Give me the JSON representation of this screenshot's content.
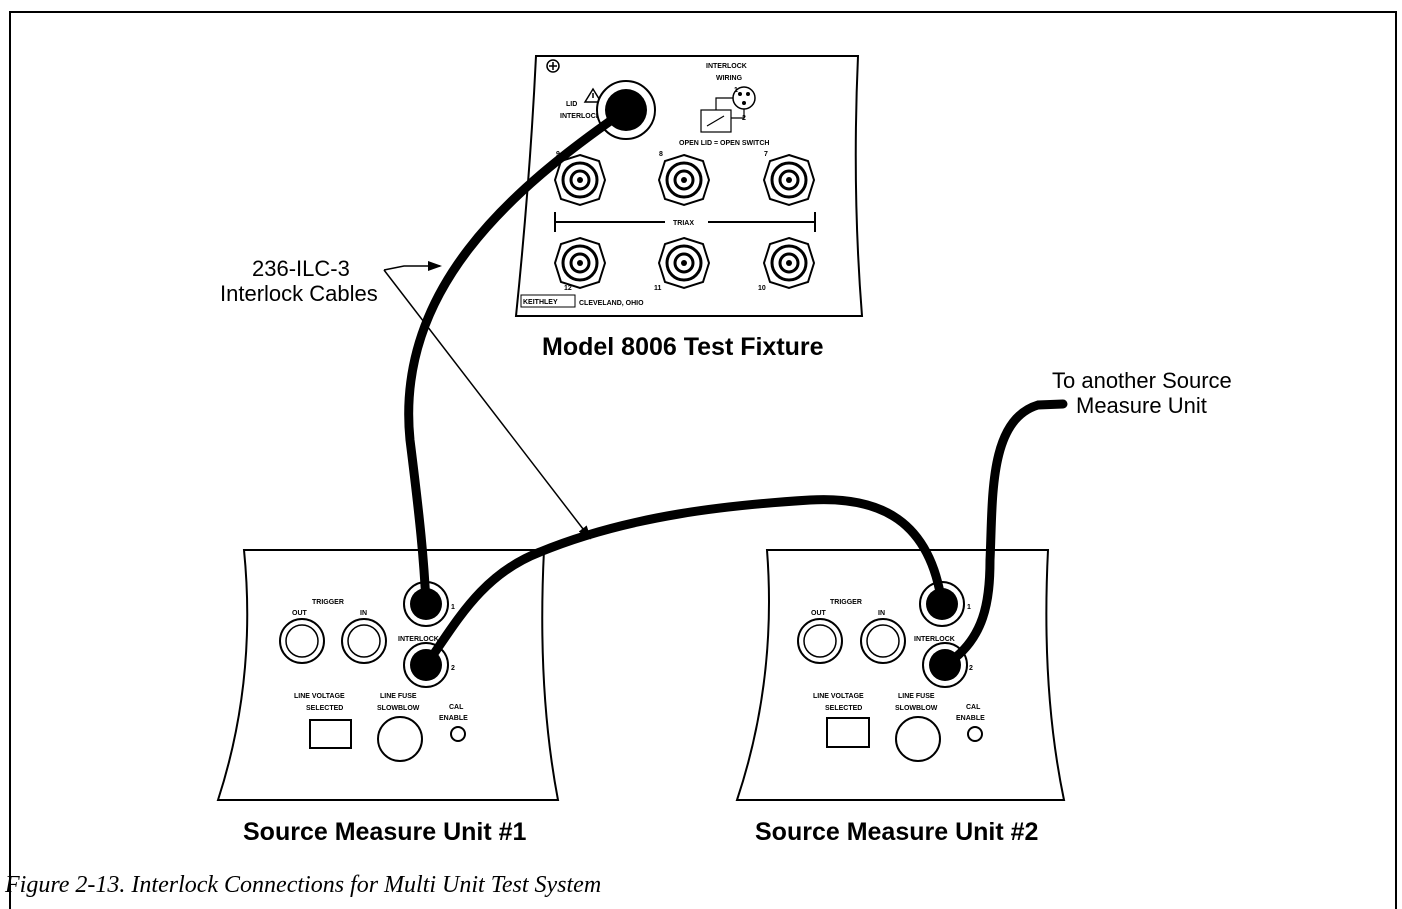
{
  "callout": {
    "line1": "236-ILC-3",
    "line2": "Interlock Cables"
  },
  "another_unit": {
    "line1": "To another Source",
    "line2": "Measure Unit"
  },
  "fixture": {
    "title": "Model 8006 Test Fixture",
    "lid_label1": "LID",
    "lid_label2": "INTERLOCK",
    "wiring_label1": "INTERLOCK",
    "wiring_label2": "WIRING",
    "wiring_pin1": "1",
    "wiring_pin2": "2",
    "open_note": "OPEN LID = OPEN SWITCH",
    "triax_label": "TRIAX",
    "top_nums": [
      "9",
      "8",
      "7"
    ],
    "bottom_nums": [
      "12",
      "11",
      "10"
    ],
    "brand": "KEITHLEY",
    "location": "CLEVELAND, OHIO"
  },
  "smu1": {
    "title": "Source Measure Unit #1",
    "trigger": "TRIGGER",
    "out": "OUT",
    "in": "IN",
    "interlock": "INTERLOCK",
    "pin1": "1",
    "pin2": "2",
    "line_voltage1": "LINE VOLTAGE",
    "line_voltage2": "SELECTED",
    "line_fuse1": "LINE FUSE",
    "line_fuse2": "SLOWBLOW",
    "cal1": "CAL",
    "cal2": "ENABLE"
  },
  "smu2": {
    "title": "Source Measure Unit #2",
    "trigger": "TRIGGER",
    "out": "OUT",
    "in": "IN",
    "interlock": "INTERLOCK",
    "pin1": "1",
    "pin2": "2",
    "line_voltage1": "LINE VOLTAGE",
    "line_voltage2": "SELECTED",
    "line_fuse1": "LINE FUSE",
    "line_fuse2": "SLOWBLOW",
    "cal1": "CAL",
    "cal2": "ENABLE"
  },
  "caption": "Figure 2-13.   Interlock Connections for Multi Unit Test System"
}
